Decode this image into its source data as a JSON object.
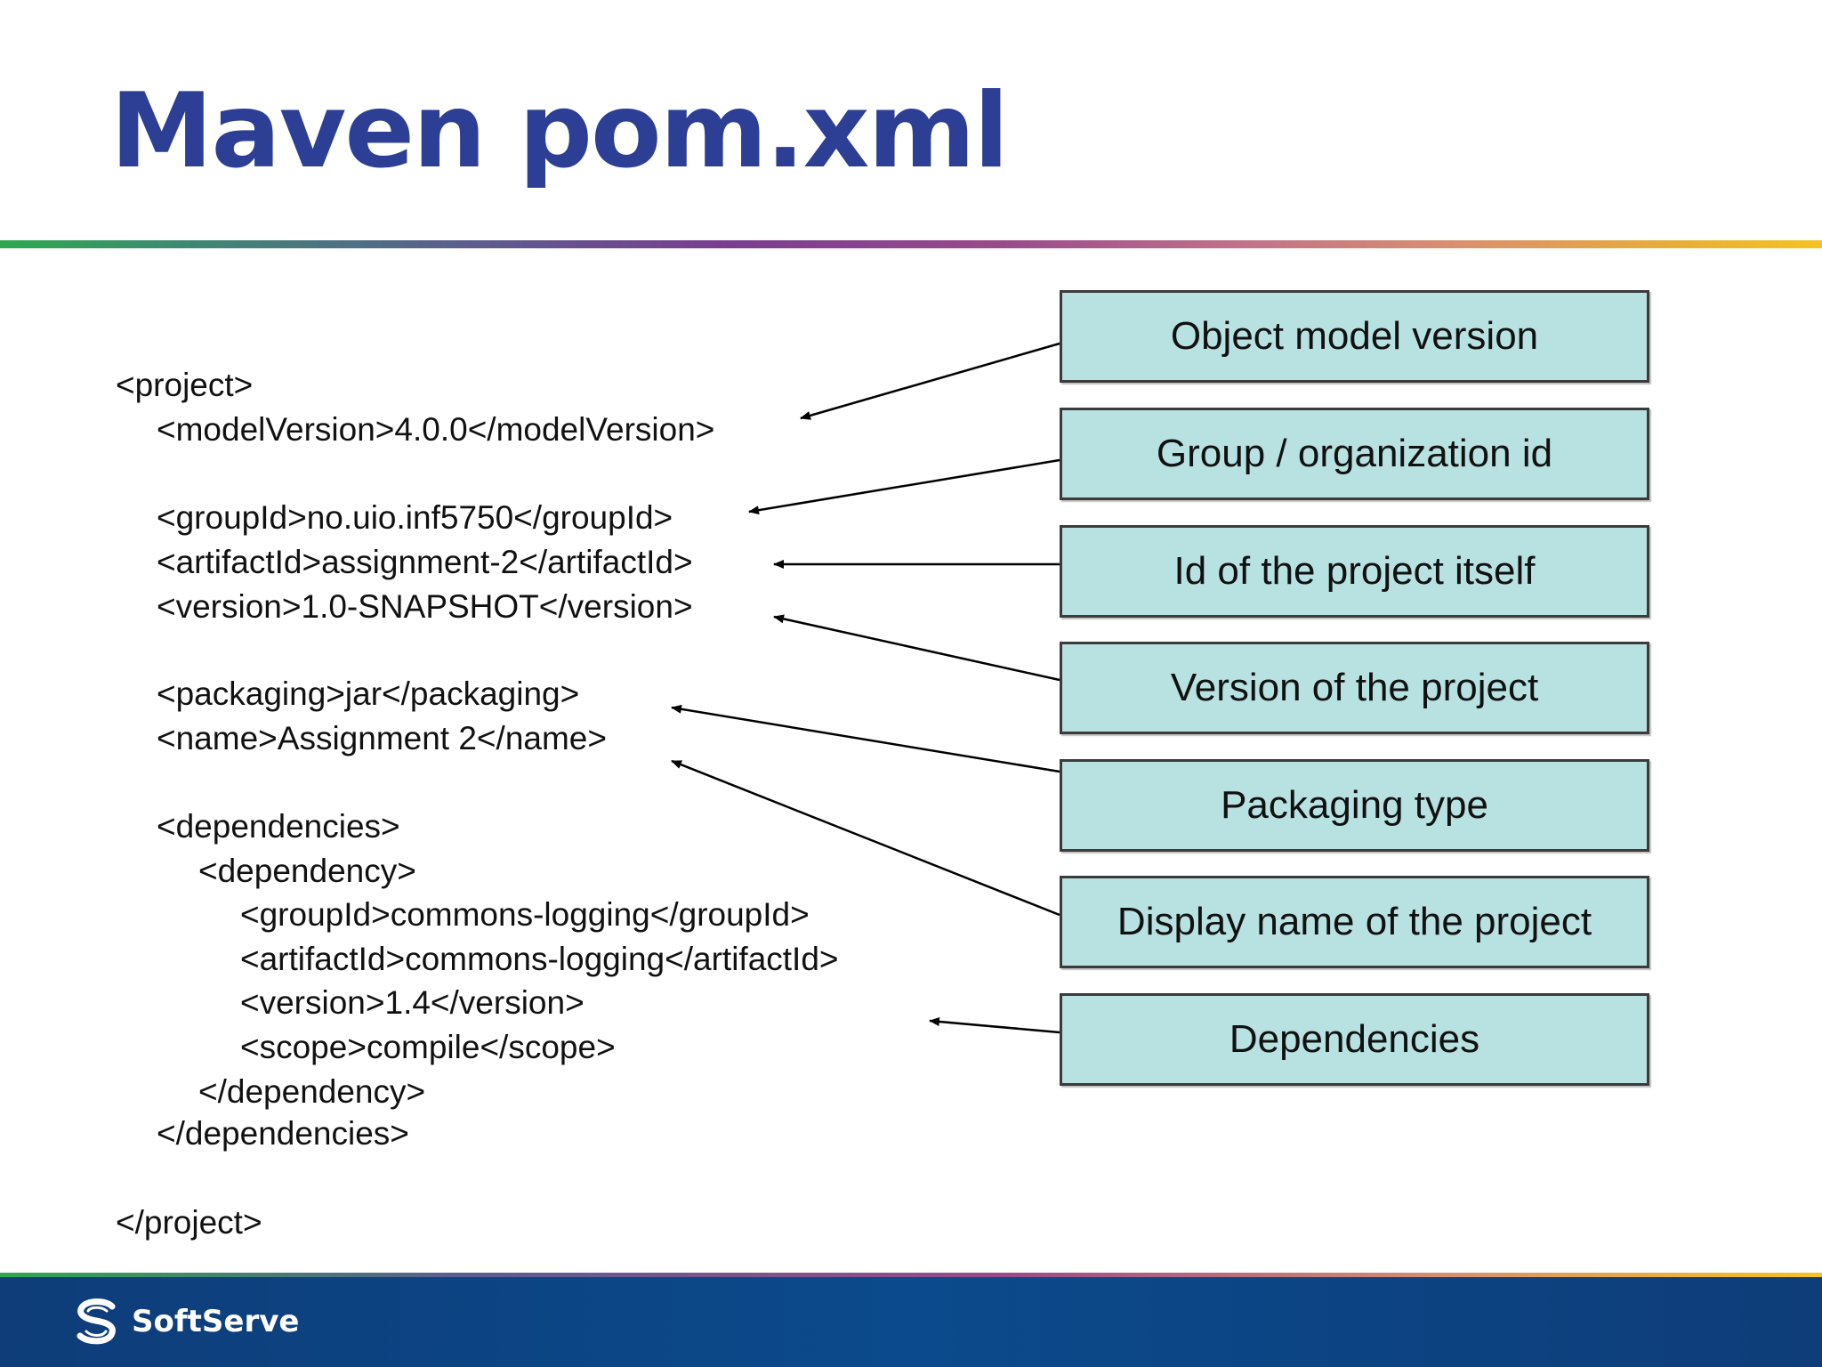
{
  "slide": {
    "title": "Maven pom.xml"
  },
  "code_lines": [
    "<project>",
    "<modelVersion>4.0.0</modelVersion>",
    "<groupId>no.uio.inf5750</groupId>",
    "<artifactId>assignment-2</artifactId>",
    "<version>1.0-SNAPSHOT</version>",
    "<packaging>jar</packaging>",
    "<name>Assignment 2</name>",
    "<dependencies>",
    "<dependency>",
    "<groupId>commons-logging</groupId>",
    "<artifactId>commons-logging</artifactId>",
    "<version>1.4</version>",
    "<scope>compile</scope>",
    "</dependency>",
    "</dependencies>",
    "</project>"
  ],
  "callouts": [
    "Object model version",
    "Group / organization id",
    "Id of the project itself",
    "Version of the project",
    "Packaging type",
    "Display name of the project",
    "Dependencies"
  ],
  "footer": {
    "logo_text": "SoftServe",
    "logo_icon": "softserve-logo-icon"
  },
  "colors": {
    "title": "#2c3f94",
    "callout_fill": "#b8e1e1",
    "footer": "#0b4a8c"
  }
}
